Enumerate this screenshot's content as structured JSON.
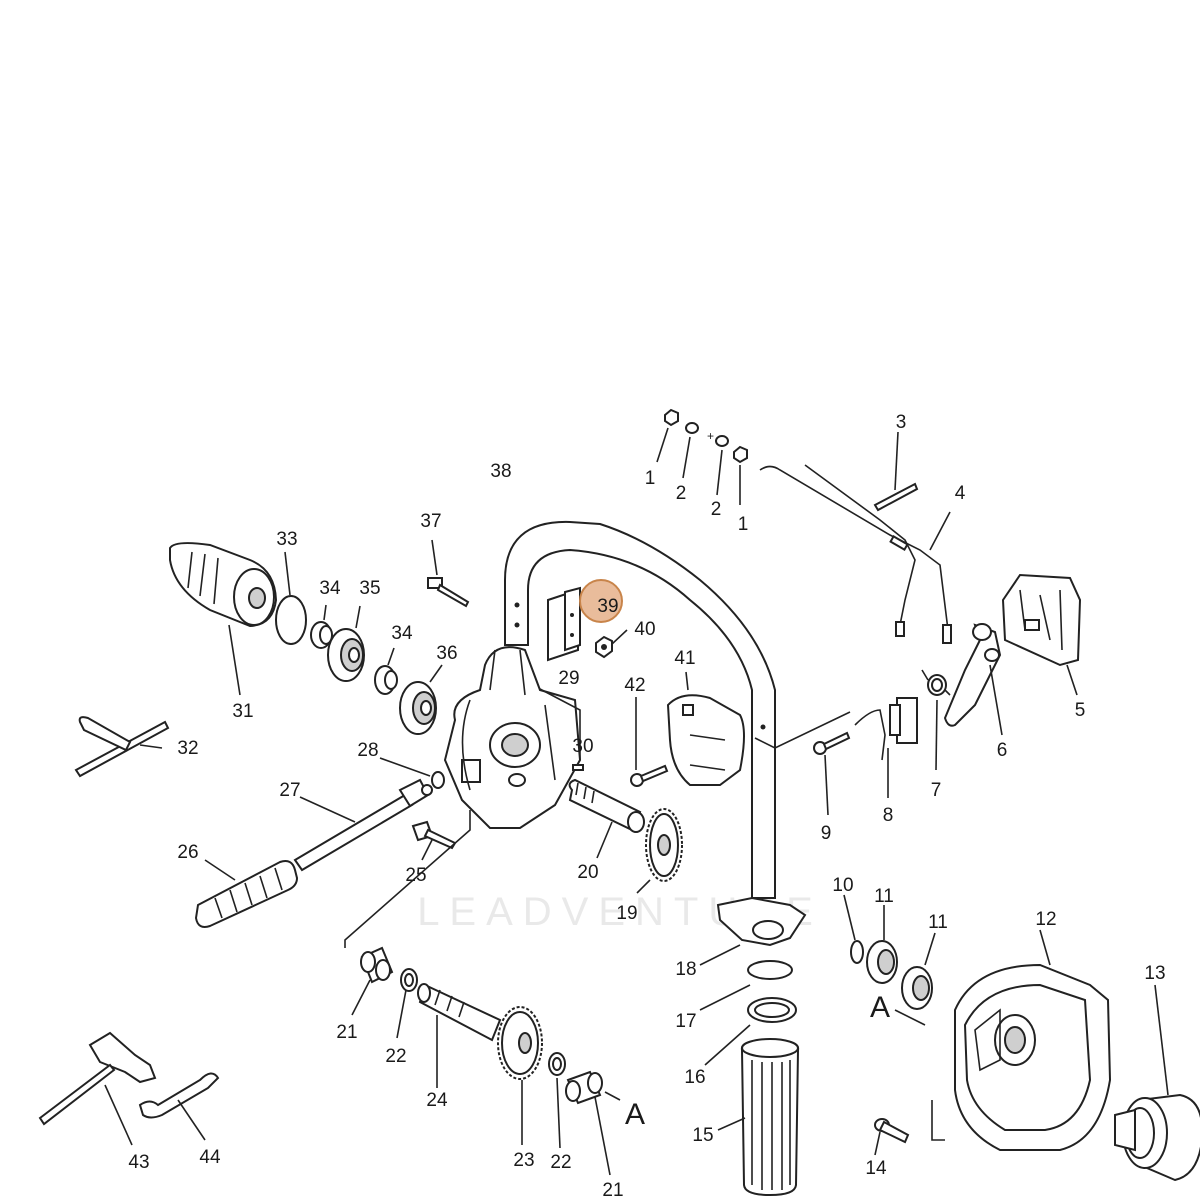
{
  "watermark": "LEADVENTURE",
  "highlight_label": "39",
  "highlight_color": "#e0a070",
  "callouts": {
    "c1a": "1",
    "c1b": "1",
    "c2a": "2",
    "c2b": "2",
    "c3": "3",
    "c4": "4",
    "c5": "5",
    "c6": "6",
    "c7": "7",
    "c8": "8",
    "c9": "9",
    "c10": "10",
    "c11a": "11",
    "c11b": "11",
    "c12": "12",
    "c13": "13",
    "c14": "14",
    "c15": "15",
    "c16": "16",
    "c17": "17",
    "c18": "18",
    "c19": "19",
    "c20": "20",
    "c21a": "21",
    "c21b": "21",
    "c22a": "22",
    "c22b": "22",
    "c23": "23",
    "c24": "24",
    "c25": "25",
    "c26": "26",
    "c27": "27",
    "c28": "28",
    "c29": "29",
    "c30": "30",
    "c31": "31",
    "c32": "32",
    "c33": "33",
    "c34a": "34",
    "c34b": "34",
    "c35": "35",
    "c36": "36",
    "c37": "37",
    "c38": "38",
    "c40": "40",
    "c41": "41",
    "c42": "42",
    "c43": "43",
    "c44": "44"
  },
  "refs": {
    "refA1": "A",
    "refA2": "A"
  }
}
